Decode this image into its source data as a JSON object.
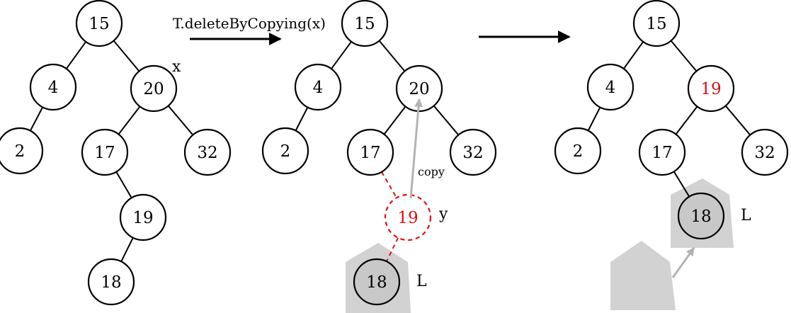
{
  "operation": {
    "label": "T.deleteByCopying(x)"
  },
  "trees": [
    {
      "id": "before",
      "nodes": [
        {
          "id": "n15",
          "label": "15"
        },
        {
          "id": "n4",
          "label": "4"
        },
        {
          "id": "n20",
          "label": "20",
          "tag": "x"
        },
        {
          "id": "n2",
          "label": "2"
        },
        {
          "id": "n17",
          "label": "17"
        },
        {
          "id": "n32",
          "label": "32"
        },
        {
          "id": "n19",
          "label": "19"
        },
        {
          "id": "n18",
          "label": "18"
        }
      ],
      "edges": [
        [
          "n15",
          "n4"
        ],
        [
          "n15",
          "n20"
        ],
        [
          "n4",
          "n2"
        ],
        [
          "n20",
          "n17"
        ],
        [
          "n20",
          "n32"
        ],
        [
          "n17",
          "n19"
        ],
        [
          "n19",
          "n18"
        ]
      ]
    },
    {
      "id": "during",
      "nodes": [
        {
          "id": "n15",
          "label": "15"
        },
        {
          "id": "n4",
          "label": "4"
        },
        {
          "id": "n20",
          "label": "20"
        },
        {
          "id": "n2",
          "label": "2"
        },
        {
          "id": "n17",
          "label": "17"
        },
        {
          "id": "n32",
          "label": "32"
        },
        {
          "id": "n19",
          "label": "19",
          "tag": "y",
          "color": "red",
          "dashed": true
        },
        {
          "id": "n18",
          "label": "18",
          "tag": "L",
          "subtree": true
        }
      ],
      "edges": [
        [
          "n15",
          "n4"
        ],
        [
          "n15",
          "n20"
        ],
        [
          "n4",
          "n2"
        ],
        [
          "n20",
          "n17"
        ],
        [
          "n20",
          "n32"
        ]
      ],
      "dashed_edges": [
        [
          "n17",
          "n19"
        ],
        [
          "n19",
          "n18"
        ]
      ],
      "copy_label": "copy"
    },
    {
      "id": "after",
      "nodes": [
        {
          "id": "n15",
          "label": "15"
        },
        {
          "id": "n4",
          "label": "4"
        },
        {
          "id": "n19",
          "label": "19",
          "color": "red"
        },
        {
          "id": "n2",
          "label": "2"
        },
        {
          "id": "n17",
          "label": "17"
        },
        {
          "id": "n32",
          "label": "32"
        },
        {
          "id": "n18",
          "label": "18",
          "tag": "L",
          "subtree": true
        }
      ],
      "edges": [
        [
          "n15",
          "n4"
        ],
        [
          "n15",
          "n19"
        ],
        [
          "n4",
          "n2"
        ],
        [
          "n19",
          "n17"
        ],
        [
          "n19",
          "n32"
        ],
        [
          "n17",
          "n18"
        ]
      ]
    }
  ],
  "colors": {
    "highlight": "#e01010",
    "subtree": "#d2d2d2",
    "copy_arrow": "#b3b3b3"
  }
}
